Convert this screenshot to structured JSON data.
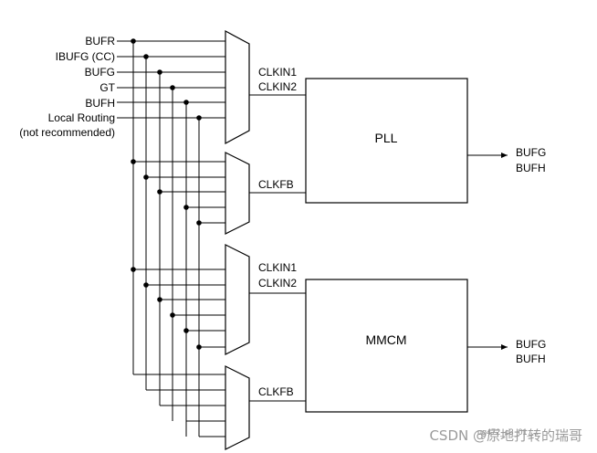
{
  "inputs": {
    "bufr": "BUFR",
    "ibufg": "IBUFG (CC)",
    "bufg": "BUFG",
    "gt": "GT",
    "bufh": "BUFH",
    "local_routing": "Local Routing",
    "not_recommended": "(not recommended)"
  },
  "pll": {
    "title": "PLL",
    "clkin1": "CLKIN1",
    "clkin2": "CLKIN2",
    "clkfb": "CLKFB",
    "out1": "BUFG",
    "out2": "BUFH"
  },
  "mmcm": {
    "title": "MMCM",
    "clkin1": "CLKIN1",
    "clkin2": "CLKIN2",
    "clkfb": "CLKFB",
    "out1": "BUFG",
    "out2": "BUFH"
  },
  "figure_id": "ug472_c3_01_...",
  "watermark": "CSDN @原地打转的瑞哥"
}
